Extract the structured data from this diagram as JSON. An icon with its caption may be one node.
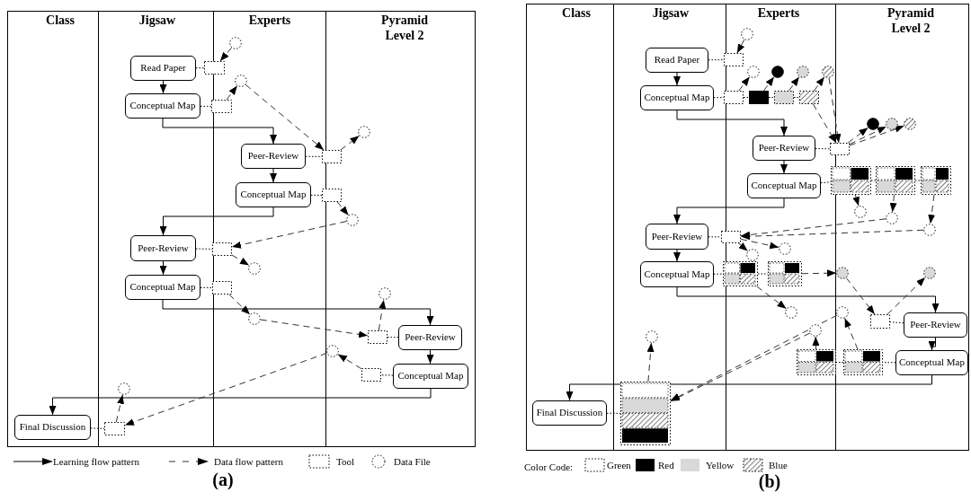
{
  "diagram": {
    "nodes": [
      {
        "text": [
          "Read Paper"
        ]
      },
      {
        "text": [
          "Conceptual Map"
        ]
      },
      {
        "text": [
          "Peer-Review"
        ]
      },
      {
        "text": [
          "Conceptual Map"
        ]
      },
      {
        "text": [
          "Peer-Review"
        ]
      },
      {
        "text": [
          "Conceptual Map"
        ]
      },
      {
        "text": [
          "Peer-Review"
        ]
      },
      {
        "text": [
          "Conceptual Map"
        ]
      },
      {
        "text": [
          "Final Discussion"
        ]
      },
      {
        "text": [],
        "shape": "box"
      },
      {
        "text": [],
        "shape": "box"
      },
      {
        "text": [],
        "shape": "box"
      },
      {
        "text": [],
        "shape": "box"
      },
      {
        "text": [],
        "shape": "box"
      },
      {
        "text": [],
        "shape": "box"
      },
      {
        "text": [],
        "shape": "box"
      },
      {
        "text": [],
        "shape": "box"
      },
      {
        "text": [],
        "shape": "box"
      },
      {
        "text": [],
        "shape": "circle"
      },
      {
        "text": [],
        "shape": "circle"
      },
      {
        "text": [],
        "shape": "circle"
      },
      {
        "text": [],
        "shape": "circle"
      },
      {
        "text": [],
        "shape": "circle"
      },
      {
        "text": [],
        "shape": "circle"
      },
      {
        "text": [],
        "shape": "circle"
      },
      {
        "text": [],
        "shape": "circle"
      },
      {
        "text": [],
        "shape": "circle"
      },
      {
        "text": [
          "Read Paper"
        ]
      },
      {
        "text": [
          "Conceptual Map"
        ]
      },
      {
        "text": [
          "Peer-Review"
        ]
      },
      {
        "text": [
          "Conceptual Map"
        ]
      },
      {
        "text": [
          "Peer-Review"
        ]
      },
      {
        "text": [
          "Conceptual Map"
        ]
      },
      {
        "text": [
          "Peer-Review"
        ]
      },
      {
        "text": [
          "Conceptual Map"
        ]
      },
      {
        "text": [
          "Final Discussion"
        ]
      },
      {
        "text": [],
        "shape": "box"
      },
      {
        "text": [],
        "shape": "box"
      },
      {
        "text": [],
        "shape": "box"
      },
      {
        "text": [],
        "shape": "box"
      },
      {
        "text": [],
        "shape": "box"
      },
      {
        "text": [],
        "shape": "box"
      },
      {
        "text": [],
        "shape": "box"
      },
      {
        "text": [],
        "shape": "box"
      },
      {
        "text": [],
        "shape": "box"
      },
      {
        "text": [],
        "shape": "box"
      },
      {
        "text": [],
        "shape": "box"
      },
      {
        "text": [],
        "shape": "box"
      },
      {
        "text": [],
        "shape": "box"
      },
      {
        "text": [],
        "shape": "box"
      },
      {
        "text": [],
        "shape": "box"
      },
      {
        "text": [],
        "shape": "box"
      },
      {
        "text": [],
        "shape": "circle"
      },
      {
        "text": [],
        "shape": "circle"
      },
      {
        "text": [],
        "shape": "circle"
      },
      {
        "text": [],
        "shape": "circle"
      },
      {
        "text": [],
        "shape": "circle"
      },
      {
        "text": [],
        "shape": "circle"
      },
      {
        "text": [],
        "shape": "circle"
      },
      {
        "text": [],
        "shape": "circle"
      },
      {
        "text": [],
        "shape": "circle"
      },
      {
        "text": [],
        "shape": "circle"
      },
      {
        "text": [],
        "shape": "circle"
      },
      {
        "text": [],
        "shape": "circle"
      },
      {
        "text": [],
        "shape": "circle"
      },
      {
        "text": [],
        "shape": "circle"
      },
      {
        "text": [],
        "shape": "circle"
      },
      {
        "text": [],
        "shape": "circle"
      },
      {
        "text": [],
        "shape": "circle"
      },
      {
        "text": [],
        "shape": "circle"
      },
      {
        "text": [],
        "shape": "circle"
      }
    ],
    "edges": [
      {
        "from": 0,
        "to": 1,
        "arrow": "to"
      },
      {
        "from": 1,
        "to": 2,
        "arrow": "to"
      },
      {
        "from": 2,
        "to": 3,
        "arrow": "to"
      },
      {
        "from": 3,
        "to": 4,
        "arrow": "to"
      },
      {
        "from": 4,
        "to": 5,
        "arrow": "to"
      },
      {
        "from": 5,
        "to": 6,
        "arrow": "to"
      },
      {
        "from": 6,
        "to": 7,
        "arrow": "to"
      },
      {
        "from": 7,
        "to": 8,
        "arrow": "to"
      },
      {
        "from": 0,
        "to": 9,
        "arrow": "none",
        "style": "dashed"
      },
      {
        "from": 1,
        "to": 10,
        "arrow": "none",
        "style": "dashed"
      },
      {
        "from": 2,
        "to": 11,
        "arrow": "none",
        "style": "dashed"
      },
      {
        "from": 3,
        "to": 12,
        "arrow": "none",
        "style": "dashed"
      },
      {
        "from": 4,
        "to": 13,
        "arrow": "none",
        "style": "dashed"
      },
      {
        "from": 5,
        "to": 14,
        "arrow": "none",
        "style": "dashed"
      },
      {
        "from": 6,
        "to": 15,
        "arrow": "none",
        "style": "dashed"
      },
      {
        "from": 7,
        "to": 16,
        "arrow": "none",
        "style": "dashed"
      },
      {
        "from": 8,
        "to": 17,
        "arrow": "none",
        "style": "dashed"
      },
      {
        "from": 18,
        "to": 9,
        "arrow": "to",
        "style": "dashed"
      },
      {
        "from": 10,
        "to": 19,
        "arrow": "to",
        "style": "dashed"
      },
      {
        "from": 19,
        "to": 11,
        "arrow": "to",
        "style": "dashed"
      },
      {
        "from": 11,
        "to": 20,
        "arrow": "to",
        "style": "dashed"
      },
      {
        "from": 12,
        "to": 21,
        "arrow": "to",
        "style": "dashed"
      },
      {
        "from": 21,
        "to": 13,
        "arrow": "to",
        "style": "dashed"
      },
      {
        "from": 13,
        "to": 22,
        "arrow": "to",
        "style": "dashed"
      },
      {
        "from": 14,
        "to": 23,
        "arrow": "to",
        "style": "dashed"
      },
      {
        "from": 23,
        "to": 15,
        "arrow": "to",
        "style": "dashed"
      },
      {
        "from": 15,
        "to": 24,
        "arrow": "to",
        "style": "dashed"
      },
      {
        "from": 16,
        "to": 25,
        "arrow": "to",
        "style": "dashed"
      },
      {
        "from": 25,
        "to": 17,
        "arrow": "to",
        "style": "dashed"
      },
      {
        "from": 17,
        "to": 26,
        "arrow": "to",
        "style": "dashed"
      },
      {
        "from": 27,
        "to": 28,
        "arrow": "to"
      },
      {
        "from": 28,
        "to": 29,
        "arrow": "to"
      },
      {
        "from": 29,
        "to": 30,
        "arrow": "to"
      },
      {
        "from": 30,
        "to": 31,
        "arrow": "to"
      },
      {
        "from": 31,
        "to": 32,
        "arrow": "to"
      },
      {
        "from": 32,
        "to": 33,
        "arrow": "to"
      },
      {
        "from": 33,
        "to": 34,
        "arrow": "to"
      },
      {
        "from": 34,
        "to": 35,
        "arrow": "to"
      },
      {
        "from": 27,
        "to": 36,
        "arrow": "none",
        "style": "dashed"
      },
      {
        "from": 28,
        "to": 37,
        "arrow": "none",
        "style": "dashed"
      },
      {
        "from": 37,
        "to": 38,
        "arrow": "none",
        "style": "dashed"
      },
      {
        "from": 38,
        "to": 39,
        "arrow": "none",
        "style": "dashed"
      },
      {
        "from": 39,
        "to": 40,
        "arrow": "none",
        "style": "dashed"
      },
      {
        "from": 29,
        "to": 41,
        "arrow": "none",
        "style": "dashed"
      },
      {
        "from": 30,
        "to": 42,
        "arrow": "none",
        "style": "dashed"
      },
      {
        "from": 42,
        "to": 43,
        "arrow": "none",
        "style": "dashed"
      },
      {
        "from": 43,
        "to": 44,
        "arrow": "none",
        "style": "dashed"
      },
      {
        "from": 31,
        "to": 45,
        "arrow": "none",
        "style": "dashed"
      },
      {
        "from": 32,
        "to": 46,
        "arrow": "none",
        "style": "dashed"
      },
      {
        "from": 46,
        "to": 47,
        "arrow": "none",
        "style": "dashed"
      },
      {
        "from": 33,
        "to": 48,
        "arrow": "none",
        "style": "dashed"
      },
      {
        "from": 34,
        "to": 50,
        "arrow": "none",
        "style": "dashed"
      },
      {
        "from": 50,
        "to": 49,
        "arrow": "none",
        "style": "dashed"
      },
      {
        "from": 35,
        "to": 51,
        "arrow": "none",
        "style": "dashed"
      },
      {
        "from": 52,
        "to": 36,
        "arrow": "to",
        "style": "dashed"
      },
      {
        "from": 37,
        "to": 53,
        "arrow": "to",
        "style": "dashed"
      },
      {
        "from": 38,
        "to": 54,
        "arrow": "to",
        "style": "dashed"
      },
      {
        "from": 39,
        "to": 55,
        "arrow": "to",
        "style": "dashed"
      },
      {
        "from": 40,
        "to": 56,
        "arrow": "to",
        "style": "dashed"
      },
      {
        "from": 40,
        "to": 41,
        "arrow": "to",
        "style": "dashed"
      },
      {
        "from": 56,
        "to": 41,
        "arrow": "to",
        "style": "dashed"
      },
      {
        "from": 41,
        "to": 57,
        "arrow": "to",
        "style": "dashed"
      },
      {
        "from": 41,
        "to": 58,
        "arrow": "to",
        "style": "dashed"
      },
      {
        "from": 41,
        "to": 59,
        "arrow": "to",
        "style": "dashed"
      },
      {
        "from": 42,
        "to": 60,
        "arrow": "to",
        "style": "dashed"
      },
      {
        "from": 43,
        "to": 61,
        "arrow": "to",
        "style": "dashed"
      },
      {
        "from": 44,
        "to": 62,
        "arrow": "to",
        "style": "dashed"
      },
      {
        "from": 61,
        "to": 45,
        "arrow": "to",
        "style": "dashed"
      },
      {
        "from": 62,
        "to": 45,
        "arrow": "to",
        "style": "dashed"
      },
      {
        "from": 45,
        "to": 63,
        "arrow": "to",
        "style": "dashed"
      },
      {
        "from": 45,
        "to": 64,
        "arrow": "to",
        "style": "dashed"
      },
      {
        "from": 46,
        "to": 66,
        "arrow": "to",
        "style": "dashed"
      },
      {
        "from": 47,
        "to": 65,
        "arrow": "to",
        "style": "dashed"
      },
      {
        "from": 65,
        "to": 48,
        "arrow": "to",
        "style": "dashed"
      },
      {
        "from": 48,
        "to": 67,
        "arrow": "to",
        "style": "dashed"
      },
      {
        "from": 49,
        "to": 68,
        "arrow": "to",
        "style": "dashed"
      },
      {
        "from": 50,
        "to": 69,
        "arrow": "to",
        "style": "dashed"
      },
      {
        "from": 68,
        "to": 51,
        "arrow": "to",
        "style": "dashed"
      },
      {
        "from": 69,
        "to": 51,
        "arrow": "to",
        "style": "dashed"
      },
      {
        "from": 51,
        "to": 70,
        "arrow": "to",
        "style": "dashed"
      }
    ],
    "labels": [
      "Class",
      "Jigsaw",
      "Experts",
      "Pyramid Level 2",
      "Class",
      "Jigsaw",
      "Experts",
      "Pyramid Level 2",
      "(a)",
      "Color Code:",
      "(b)"
    ],
    "legend": [
      {
        "text": "Learning flow pattern"
      },
      {
        "text": "Data flow pattern"
      },
      {
        "text": "Tool"
      },
      {
        "text": "Data File"
      },
      {
        "text": "Green"
      },
      {
        "text": "Red",
        "color": "#000000"
      },
      {
        "text": "Yellow",
        "color": "#d9d9d9"
      },
      {
        "text": "Blue"
      }
    ]
  }
}
